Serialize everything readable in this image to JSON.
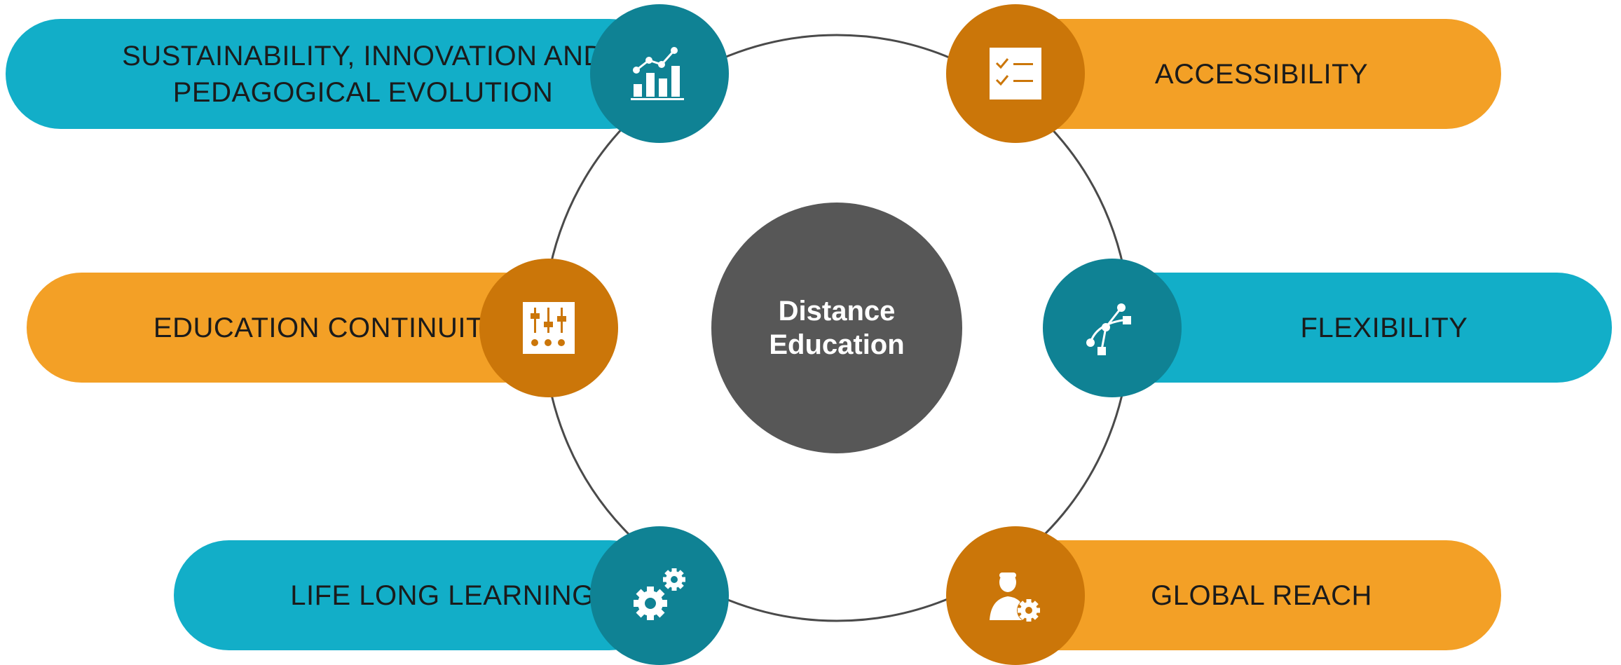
{
  "hub": {
    "line1": "Distance",
    "line2": "Education"
  },
  "items": [
    {
      "lines": [
        "SUSTAINABILITY, INNOVATION AND",
        "PEDAGOGICAL EVOLUTION"
      ],
      "icon": "bar-line-chart-icon",
      "pill_color": "#12aec8",
      "node_color": "#0f8294"
    },
    {
      "lines": [
        "ACCESSIBILITY"
      ],
      "icon": "checklist-icon",
      "pill_color": "#f3a026",
      "node_color": "#cb7609"
    },
    {
      "lines": [
        "EDUCATION CONTINUITY"
      ],
      "icon": "sliders-icon",
      "pill_color": "#f3a026",
      "node_color": "#cb7609"
    },
    {
      "lines": [
        "FLEXIBILITY"
      ],
      "icon": "bezier-curve-icon",
      "pill_color": "#12aec8",
      "node_color": "#0f8294"
    },
    {
      "lines": [
        "LIFE LONG LEARNING"
      ],
      "icon": "gears-icon",
      "pill_color": "#12aec8",
      "node_color": "#0f8294"
    },
    {
      "lines": [
        "GLOBAL REACH"
      ],
      "icon": "user-gear-icon",
      "pill_color": "#f3a026",
      "node_color": "#cb7609"
    }
  ],
  "colors": {
    "hub": "#575757",
    "ring": "#4a4a4a",
    "text": "#1b1b1b"
  }
}
